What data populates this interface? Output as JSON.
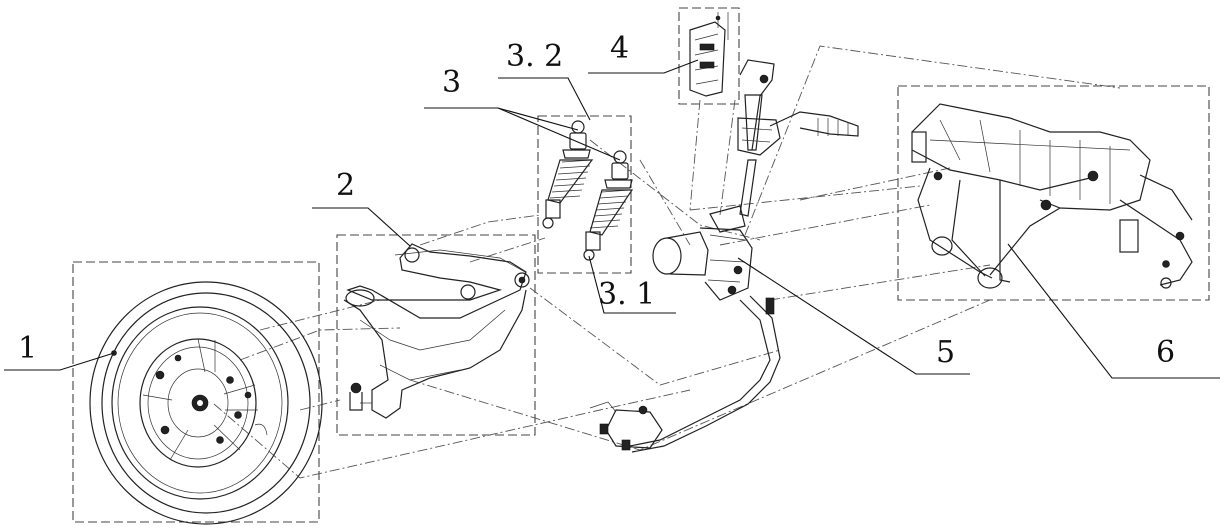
{
  "labels": {
    "wheel": "1",
    "swingarm": "2",
    "shock_absorbers": "3",
    "shock_lower": "3. 1",
    "shock_upper": "3. 2",
    "bracket": "4",
    "steering_assembly": "5",
    "frame": "6"
  }
}
